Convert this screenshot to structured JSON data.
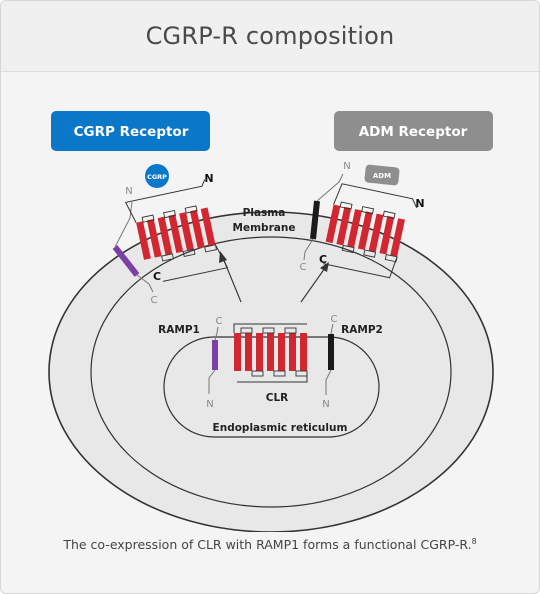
{
  "title": "CGRP-R composition",
  "caption": {
    "text": "The co-expression of CLR with RAMP1 forms a functional CGRP-R.",
    "superscript": "8"
  },
  "receptors": {
    "cgrp": {
      "label": "CGRP Receptor",
      "ligand": "CGRP"
    },
    "adm": {
      "label": "ADM Receptor",
      "ligand": "ADM"
    }
  },
  "membrane_label_line1": "Plasma",
  "membrane_label_line2": "Membrane",
  "er_label": "Endoplasmic reticulum",
  "ramp1_label": "RAMP1",
  "ramp2_label": "RAMP2",
  "clr_label": "CLR",
  "terminals": {
    "n": "N",
    "c": "C"
  },
  "colors": {
    "receptor_red": "#d22630",
    "ramp1_purple": "#7b3fa6",
    "ramp2_black": "#1a1a1a",
    "cgrp_button": "#0a77c9",
    "adm_button": "#8e8e8e"
  }
}
